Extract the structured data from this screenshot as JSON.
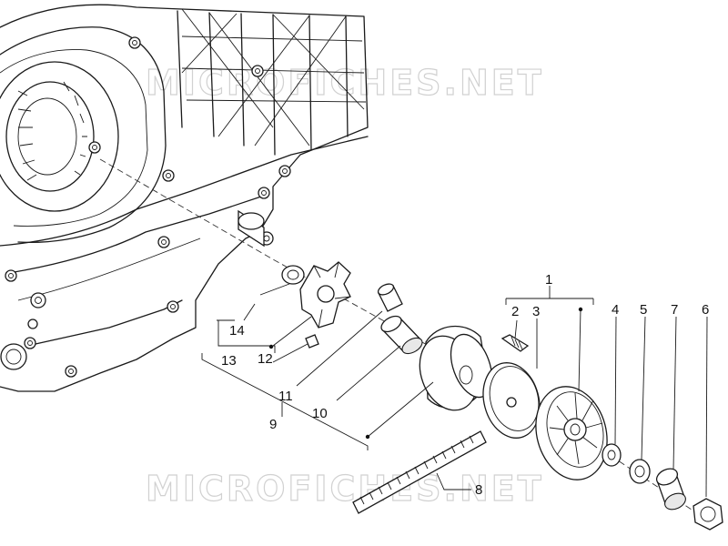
{
  "watermark": {
    "text": "MICROFICHES.NET"
  },
  "callouts": [
    {
      "id": "c1",
      "label": "1"
    },
    {
      "id": "c2",
      "label": "2"
    },
    {
      "id": "c3",
      "label": "3"
    },
    {
      "id": "c4",
      "label": "4"
    },
    {
      "id": "c5",
      "label": "5"
    },
    {
      "id": "c7",
      "label": "7"
    },
    {
      "id": "c6",
      "label": "6"
    },
    {
      "id": "c14",
      "label": "14"
    },
    {
      "id": "c13",
      "label": "13"
    },
    {
      "id": "c12",
      "label": "12"
    },
    {
      "id": "c11",
      "label": "11"
    },
    {
      "id": "c10",
      "label": "10"
    },
    {
      "id": "c9",
      "label": "9"
    },
    {
      "id": "c8",
      "label": "8"
    }
  ]
}
